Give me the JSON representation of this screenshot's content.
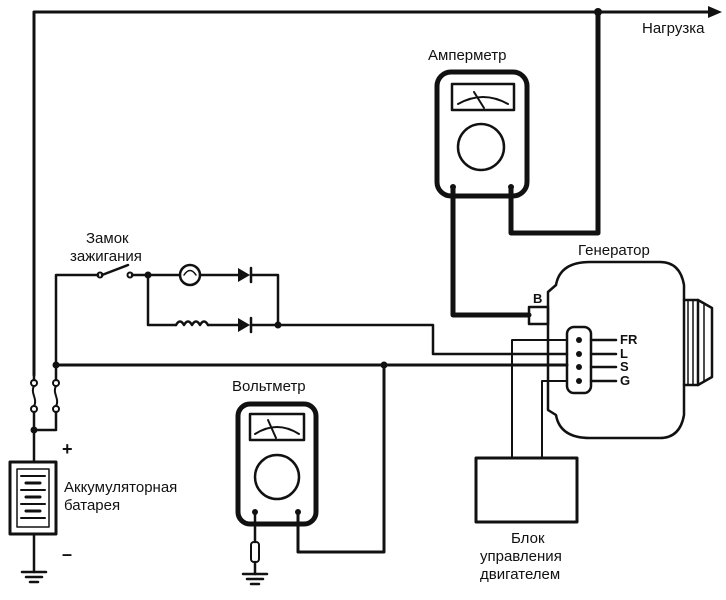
{
  "labels": {
    "load": "Нагрузка",
    "ammeter": "Амперметр",
    "ignition_switch_line1": "Замок",
    "ignition_switch_line2": "зажигания",
    "generator": "Генератор",
    "voltmeter": "Вольтметр",
    "battery_line1": "Аккумуляторная",
    "battery_line2": "батарея",
    "ecu_line1": "Блок",
    "ecu_line2": "управления",
    "ecu_line3": "двигателем",
    "plus": "+",
    "minus": "–"
  },
  "terminals": {
    "b": "B",
    "fr": "FR",
    "l": "L",
    "s": "S",
    "g": "G"
  },
  "colors": {
    "line": "#111111",
    "background": "#ffffff"
  }
}
